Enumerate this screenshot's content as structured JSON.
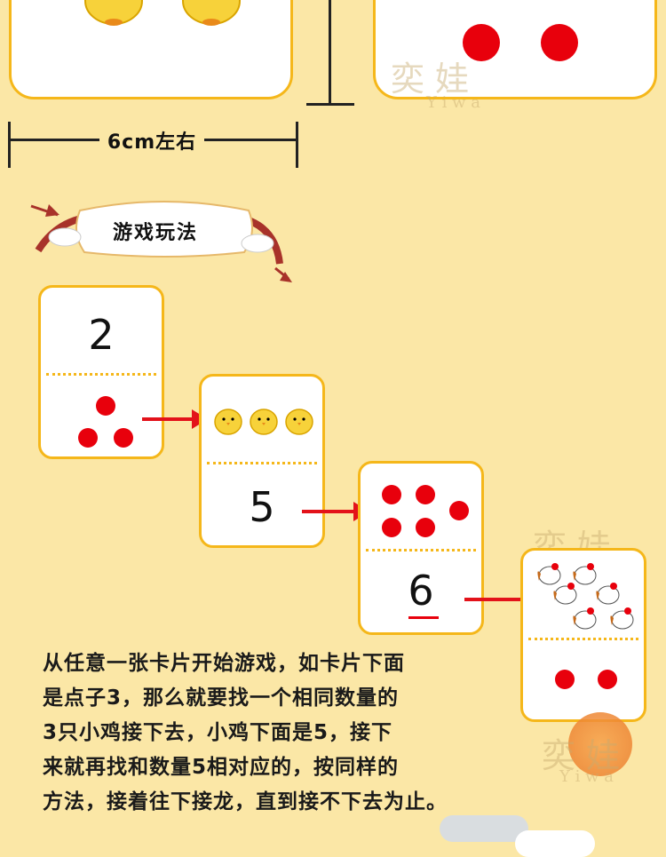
{
  "size_label": "6cm左右",
  "section_title": "游戏玩法",
  "watermark": {
    "cn": "奕 娃",
    "en": "Y i w a"
  },
  "cards": {
    "card1_number": "2",
    "card2_number": "5",
    "card3_number": "6"
  },
  "instructions": [
    "从任意一张卡片开始游戏，如卡片下面",
    "是点子3，那么就要找一个相同数量的",
    "3只小鸡接下去，小鸡下面是5，接下",
    "来就再找和数量5相对应的，按同样的",
    "方法，接着往下接龙，直到接不下去为止。"
  ],
  "colors": {
    "background": "#fbe7a6",
    "card_border": "#f5b71a",
    "dot": "#e8000c",
    "arrow": "#e3121a"
  }
}
